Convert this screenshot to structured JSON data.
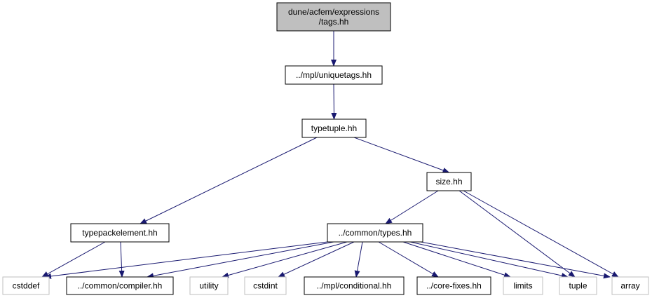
{
  "colors": {
    "root_fill": "#bfbfbf",
    "node_border": "#000000",
    "external_border": "#bfbfbf",
    "edge": "#191970",
    "text": "#000000"
  },
  "nodes": [
    {
      "id": "tags",
      "lines": [
        "dune/acfem/expressions",
        "/tags.hh"
      ],
      "kind": "root"
    },
    {
      "id": "uniquetags",
      "lines": [
        "../mpl/uniquetags.hh"
      ],
      "kind": "internal"
    },
    {
      "id": "typetuple",
      "lines": [
        "typetuple.hh"
      ],
      "kind": "internal"
    },
    {
      "id": "size",
      "lines": [
        "size.hh"
      ],
      "kind": "internal"
    },
    {
      "id": "typepackelement",
      "lines": [
        "typepackelement.hh"
      ],
      "kind": "internal"
    },
    {
      "id": "types",
      "lines": [
        "../common/types.hh"
      ],
      "kind": "internal"
    },
    {
      "id": "cstddef",
      "lines": [
        "cstddef"
      ],
      "kind": "external"
    },
    {
      "id": "compiler",
      "lines": [
        "../common/compiler.hh"
      ],
      "kind": "internal"
    },
    {
      "id": "utility",
      "lines": [
        "utility"
      ],
      "kind": "external"
    },
    {
      "id": "cstdint",
      "lines": [
        "cstdint"
      ],
      "kind": "external"
    },
    {
      "id": "conditional",
      "lines": [
        "../mpl/conditional.hh"
      ],
      "kind": "internal"
    },
    {
      "id": "corefixes",
      "lines": [
        "../core-fixes.hh"
      ],
      "kind": "internal"
    },
    {
      "id": "limits",
      "lines": [
        "limits"
      ],
      "kind": "external"
    },
    {
      "id": "tuple",
      "lines": [
        "tuple"
      ],
      "kind": "external"
    },
    {
      "id": "array",
      "lines": [
        "array"
      ],
      "kind": "external"
    }
  ],
  "edges": [
    {
      "from": "tags",
      "to": "uniquetags"
    },
    {
      "from": "uniquetags",
      "to": "typetuple"
    },
    {
      "from": "typetuple",
      "to": "typepackelement"
    },
    {
      "from": "typetuple",
      "to": "size"
    },
    {
      "from": "size",
      "to": "types"
    },
    {
      "from": "size",
      "to": "tuple"
    },
    {
      "from": "size",
      "to": "array"
    },
    {
      "from": "typepackelement",
      "to": "cstddef"
    },
    {
      "from": "typepackelement",
      "to": "compiler"
    },
    {
      "from": "types",
      "to": "cstddef"
    },
    {
      "from": "types",
      "to": "compiler"
    },
    {
      "from": "types",
      "to": "utility"
    },
    {
      "from": "types",
      "to": "cstdint"
    },
    {
      "from": "types",
      "to": "conditional"
    },
    {
      "from": "types",
      "to": "corefixes"
    },
    {
      "from": "types",
      "to": "limits"
    },
    {
      "from": "types",
      "to": "tuple"
    },
    {
      "from": "types",
      "to": "array"
    }
  ]
}
